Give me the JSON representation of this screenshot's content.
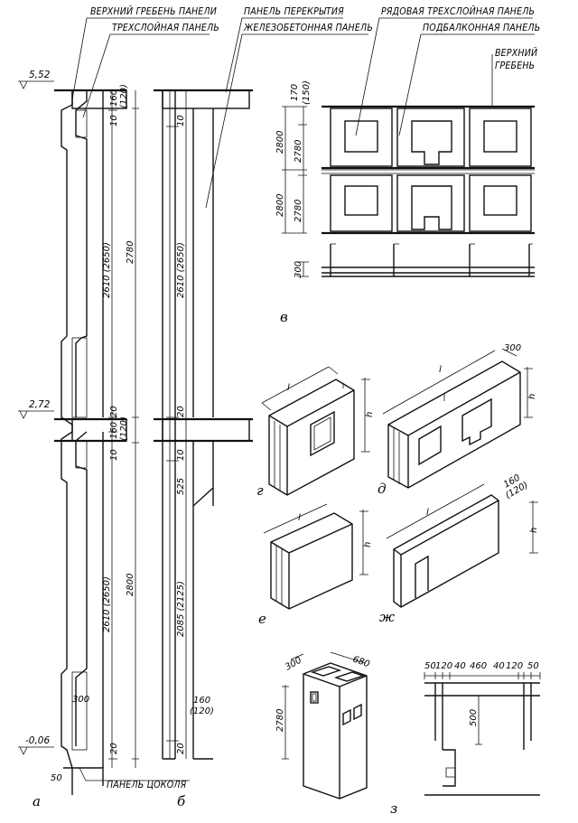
{
  "labels": {
    "top_ridge": "ВЕРХНИЙ ГРЕБЕНЬ ПАНЕЛИ",
    "three_layer": "ТРЕХСЛОЙНАЯ ПАНЕЛЬ",
    "floor_panel": "ПАНЕЛЬ ПЕРЕКРЫТИЯ",
    "rc_panel": "ЖЕЛЕЗОБЕТОННАЯ ПАНЕЛЬ",
    "ordinary_panel": "РЯДОВАЯ ТРЕХСЛОЙНАЯ ПАНЕЛЬ",
    "under_balcony": "ПОДБАЛКОННАЯ ПАНЕЛЬ",
    "top_ridge_short_1": "ВЕРХНИЙ",
    "top_ridge_short_2": "ГРЕБЕНЬ",
    "plinth_panel": "ПАНЕЛЬ ЦОКОЛЯ"
  },
  "levels": {
    "top": "5,52",
    "mid": "2,72",
    "bottom": "-0,06"
  },
  "dims_a": {
    "d160_top": "160",
    "d120_top": "(120)",
    "d10_top": "10",
    "d2610_top": "2610 (2650)",
    "d2780": "2780",
    "d20_top": "20",
    "d160_mid": "160",
    "d120_mid": "(120)",
    "d10_mid": "10",
    "d2610_bot": "2610 (2650)",
    "d2800": "2800",
    "d300": "300",
    "d20_bot": "20",
    "d50": "50"
  },
  "dims_b": {
    "d10_top": "10",
    "d2610": "2610 (2650)",
    "d20_top": "20",
    "d10_mid": "10",
    "d525": "525",
    "d2085": "2085 (2125)",
    "d160": "160",
    "d120": "(120)",
    "d20_bot": "20"
  },
  "dims_v": {
    "d170": "170",
    "d150": "(150)",
    "d2800_a": "2800",
    "d2780_a": "2780",
    "d2800_b": "2800",
    "d2780_b": "2780",
    "d300": "300"
  },
  "iso": {
    "l": "l",
    "h": "h",
    "d300": "300",
    "d160": "160",
    "d120": "(120)"
  },
  "dims_z": {
    "d300": "300",
    "d680": "680",
    "d2780": "2780",
    "d50a": "50",
    "d120a": "120",
    "d40a": "40",
    "d460": "460",
    "d40b": "40",
    "d120b": "120",
    "d50b": "50",
    "d500": "500"
  },
  "letters": {
    "a": "а",
    "b": "б",
    "v": "в",
    "g": "г",
    "d": "д",
    "e": "е",
    "zh": "ж",
    "z": "з"
  }
}
